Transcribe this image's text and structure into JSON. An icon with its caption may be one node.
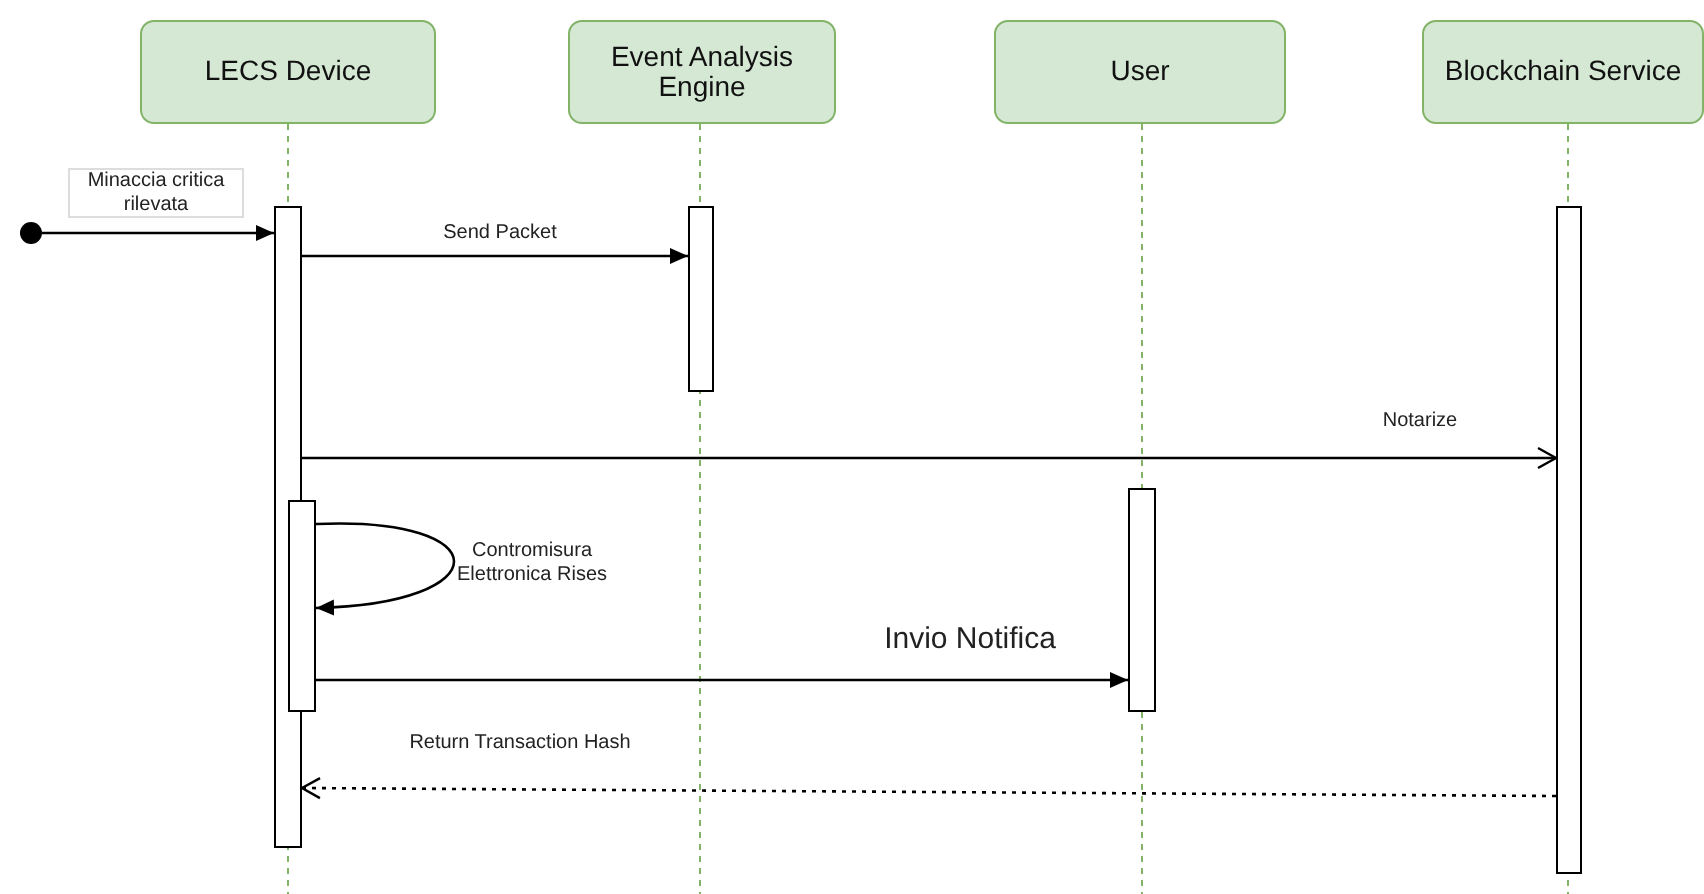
{
  "diagram": {
    "nodes": [
      {
        "text": [
          "LECS Device"
        ]
      },
      {
        "text": [
          "Event Analysis Engine"
        ]
      },
      {
        "text": [
          "User"
        ]
      },
      {
        "text": [
          "Blockchain Service"
        ]
      },
      {
        "text": [],
        "shape": "circle"
      },
      {
        "text": [],
        "shape": "bar"
      },
      {
        "text": [],
        "shape": "bar"
      },
      {
        "text": [],
        "shape": "bar"
      },
      {
        "text": [],
        "shape": "bar"
      },
      {
        "text": [],
        "shape": "bar"
      }
    ],
    "edges": [
      {
        "from": 4,
        "to": 5,
        "arrow": "to",
        "label": "Minaccia critica rilevata"
      },
      {
        "from": 5,
        "to": 7,
        "arrow": "to",
        "label": "Send Packet"
      },
      {
        "from": 5,
        "to": 9,
        "arrow": "to",
        "label": "Notarize"
      },
      {
        "from": 6,
        "to": 6,
        "arrow": "to",
        "label": "Contromisura Elettronica Rises"
      },
      {
        "from": 6,
        "to": 8,
        "arrow": "to",
        "label": "Invio Notifica"
      },
      {
        "from": 9,
        "to": 5,
        "arrow": "to",
        "label": "Return Transaction Hash",
        "style": "dashed"
      }
    ]
  }
}
